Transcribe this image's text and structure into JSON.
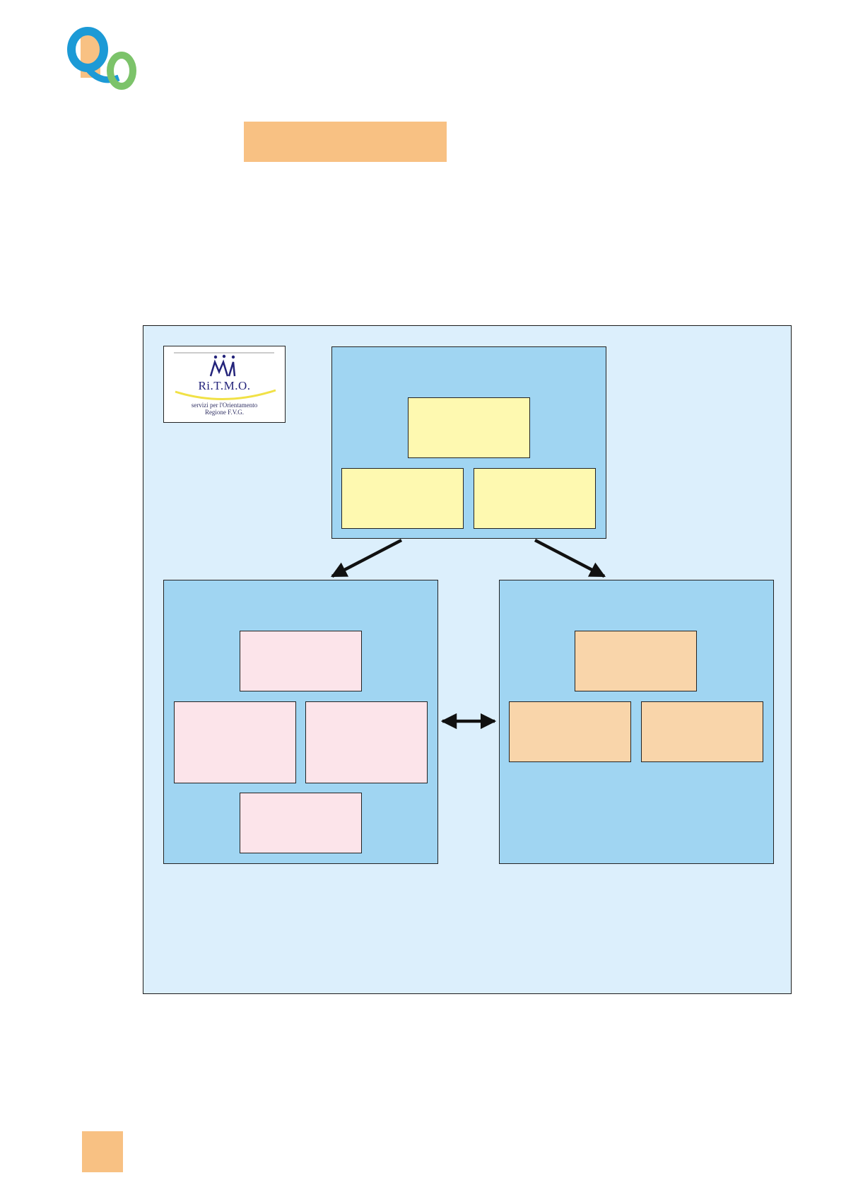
{
  "colors": {
    "accent_orange": "#f8c183",
    "logo_blue": "#1c9ad6",
    "logo_green": "#7cc36a",
    "frame_bg": "#dceffc",
    "panel_bg": "#a0d5f2",
    "yellow_box": "#fef9b0",
    "pink_box": "#fce4ea",
    "peach_box": "#f9d5aa",
    "ink": "#111111",
    "ritmo_navy": "#23237a",
    "ritmo_yellow": "#f1e146"
  },
  "header": {
    "logo_icon": "qo-logo-icon",
    "title_bar_text": ""
  },
  "diagram": {
    "ritmo_logo": {
      "icon": "ritmo-figure-icon",
      "name": "Ri.T.M.O.",
      "subtitle_line1": "servizi per l'Orientamento",
      "subtitle_line2": "Regione F.V.G."
    },
    "top_panel": {
      "boxes": [
        "",
        "",
        ""
      ]
    },
    "left_panel": {
      "boxes": [
        "",
        "",
        "",
        ""
      ]
    },
    "right_panel": {
      "boxes": [
        "",
        "",
        ""
      ]
    }
  },
  "footer": {
    "page_tab_text": ""
  }
}
